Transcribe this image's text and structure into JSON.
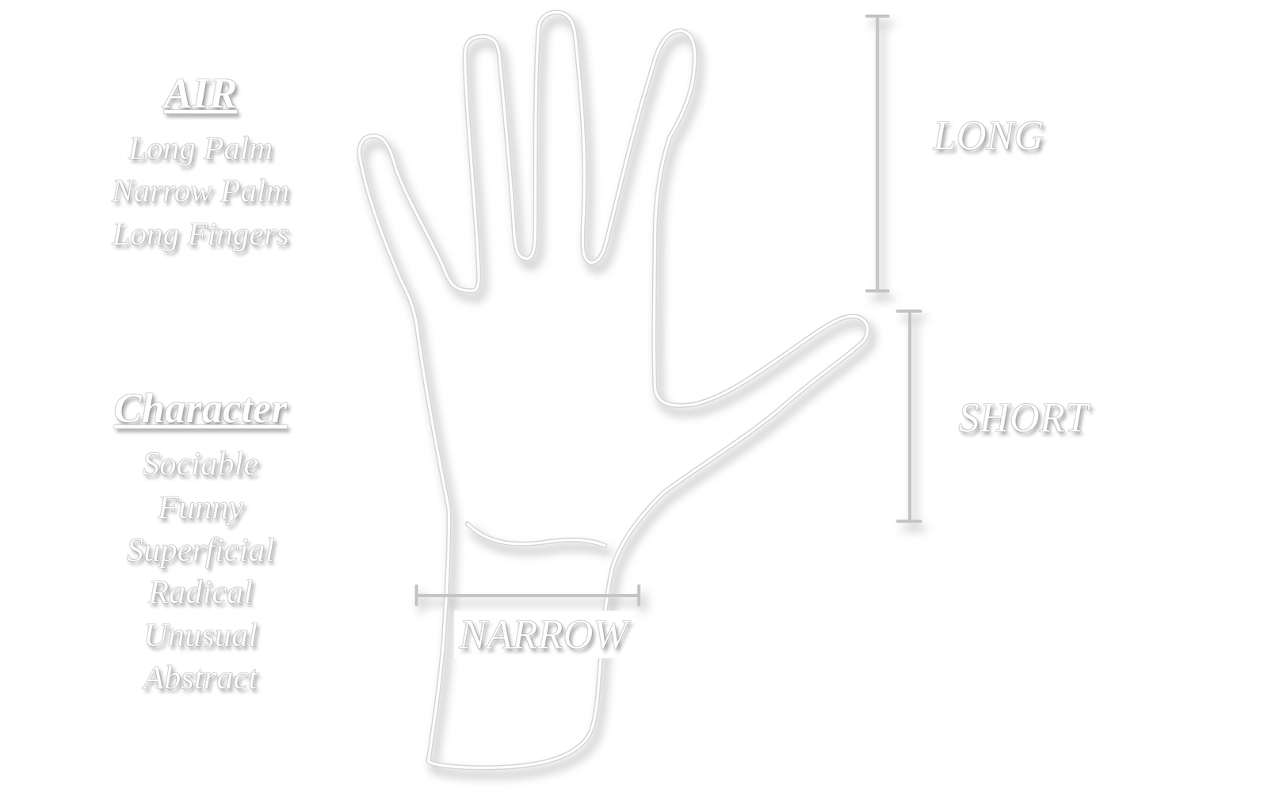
{
  "diagram": {
    "labels": [
      "AIR",
      "Long Palm",
      "Narrow Palm",
      "Long Fingers",
      "Character",
      "Sociable",
      "Funny",
      "Superficial",
      "Radical",
      "Unusual",
      "Abstract",
      "LONG",
      "SHORT",
      "NARROW"
    ]
  }
}
